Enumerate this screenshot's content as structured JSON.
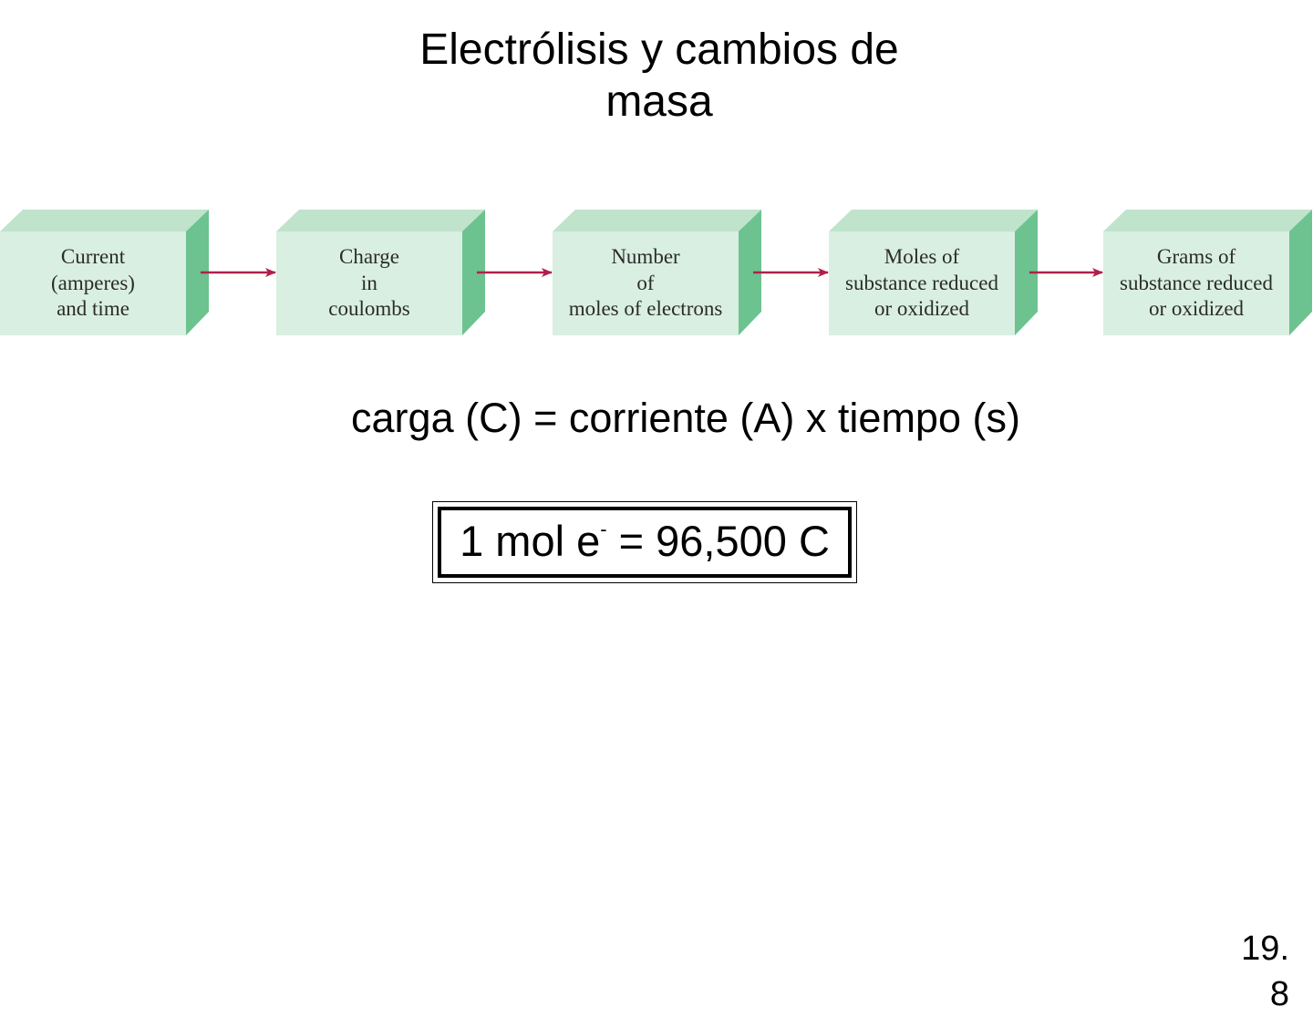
{
  "slide": {
    "title_lines": [
      "Electrólisis y cambios de",
      "masa"
    ],
    "formula": "carga (C) = corriente (A) x tiempo (s)",
    "constant": {
      "prefix": "1 mol e",
      "superscript": "-",
      "suffix": " = 96,500 C"
    },
    "page_number_lines": [
      "19.",
      "8"
    ]
  },
  "flowchart": {
    "boxes": [
      {
        "lines": [
          "Current",
          "(amperes)",
          "and time"
        ]
      },
      {
        "lines": [
          "Charge",
          "in",
          "coulombs"
        ]
      },
      {
        "lines": [
          "Number",
          "of",
          "moles of electrons"
        ]
      },
      {
        "lines": [
          "Moles of",
          "substance reduced",
          "or oxidized"
        ]
      },
      {
        "lines": [
          "Grams of",
          "substance reduced",
          "or oxidized"
        ]
      }
    ],
    "colors": {
      "box_front": "#d9efe1",
      "box_top": "#c0e3cc",
      "box_side": "#6cc38f",
      "arrow": "#b0204a"
    }
  }
}
